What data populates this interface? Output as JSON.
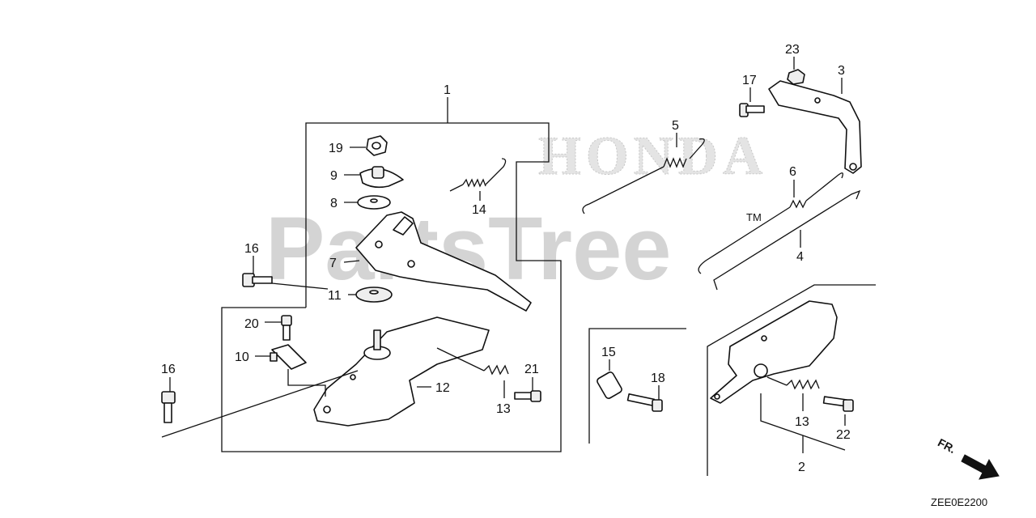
{
  "watermark": {
    "brand": "HONDA",
    "site": "PartsTree",
    "tm": "TM"
  },
  "diagram_code": "ZEE0E2200",
  "direction_label": "FR.",
  "callouts": {
    "c1": "1",
    "c2": "2",
    "c3": "3",
    "c4": "4",
    "c5": "5",
    "c6": "6",
    "c7": "7",
    "c8": "8",
    "c9": "9",
    "c10": "10",
    "c11": "11",
    "c12": "12",
    "c13a": "13",
    "c13b": "13",
    "c14": "14",
    "c15": "15",
    "c16a": "16",
    "c16b": "16",
    "c17": "17",
    "c18": "18",
    "c19": "19",
    "c20": "20",
    "c21": "21",
    "c22": "22",
    "c23": "23"
  }
}
